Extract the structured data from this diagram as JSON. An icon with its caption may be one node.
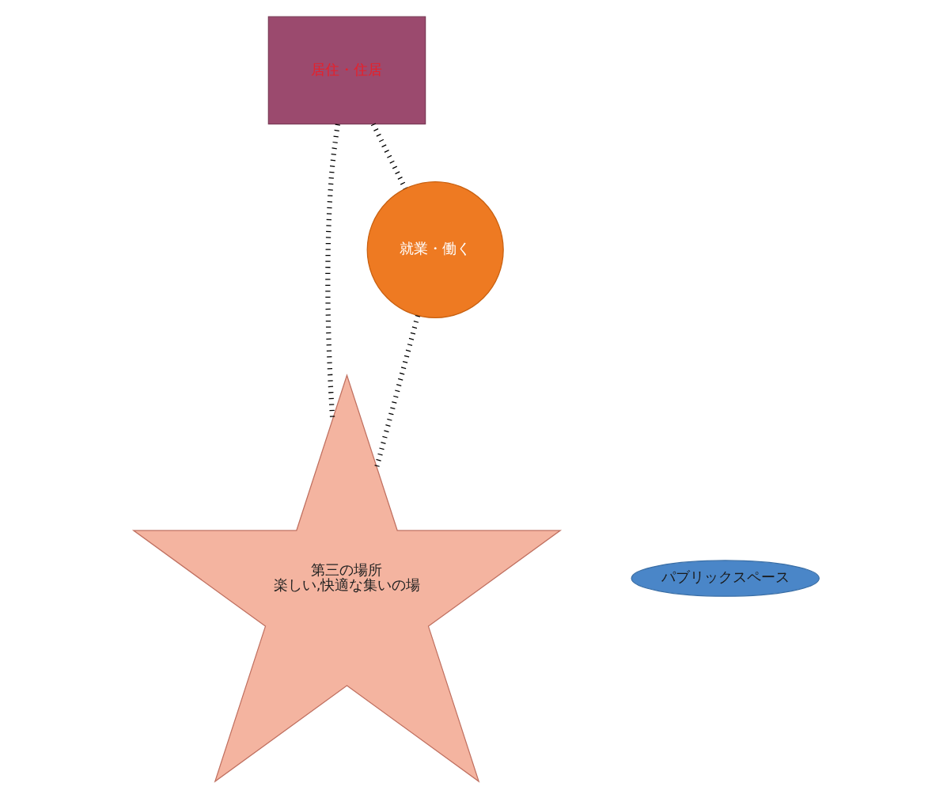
{
  "diagram": {
    "nodes": [
      {
        "text": [
          "居住・住居"
        ]
      },
      {
        "text": [
          "パブリックスペース"
        ]
      },
      {
        "text": [
          "第三の場所",
          "楽しい,快適な集いの場"
        ]
      },
      {
        "text": [
          "就業・働く"
        ]
      }
    ],
    "edges": [
      {
        "from": 0,
        "to": 2,
        "arrow": "none",
        "style": "dashed"
      },
      {
        "from": 0,
        "to": 3,
        "arrow": "none",
        "style": "dashed"
      },
      {
        "from": 3,
        "to": 2,
        "arrow": "none",
        "style": "dashed"
      }
    ]
  }
}
